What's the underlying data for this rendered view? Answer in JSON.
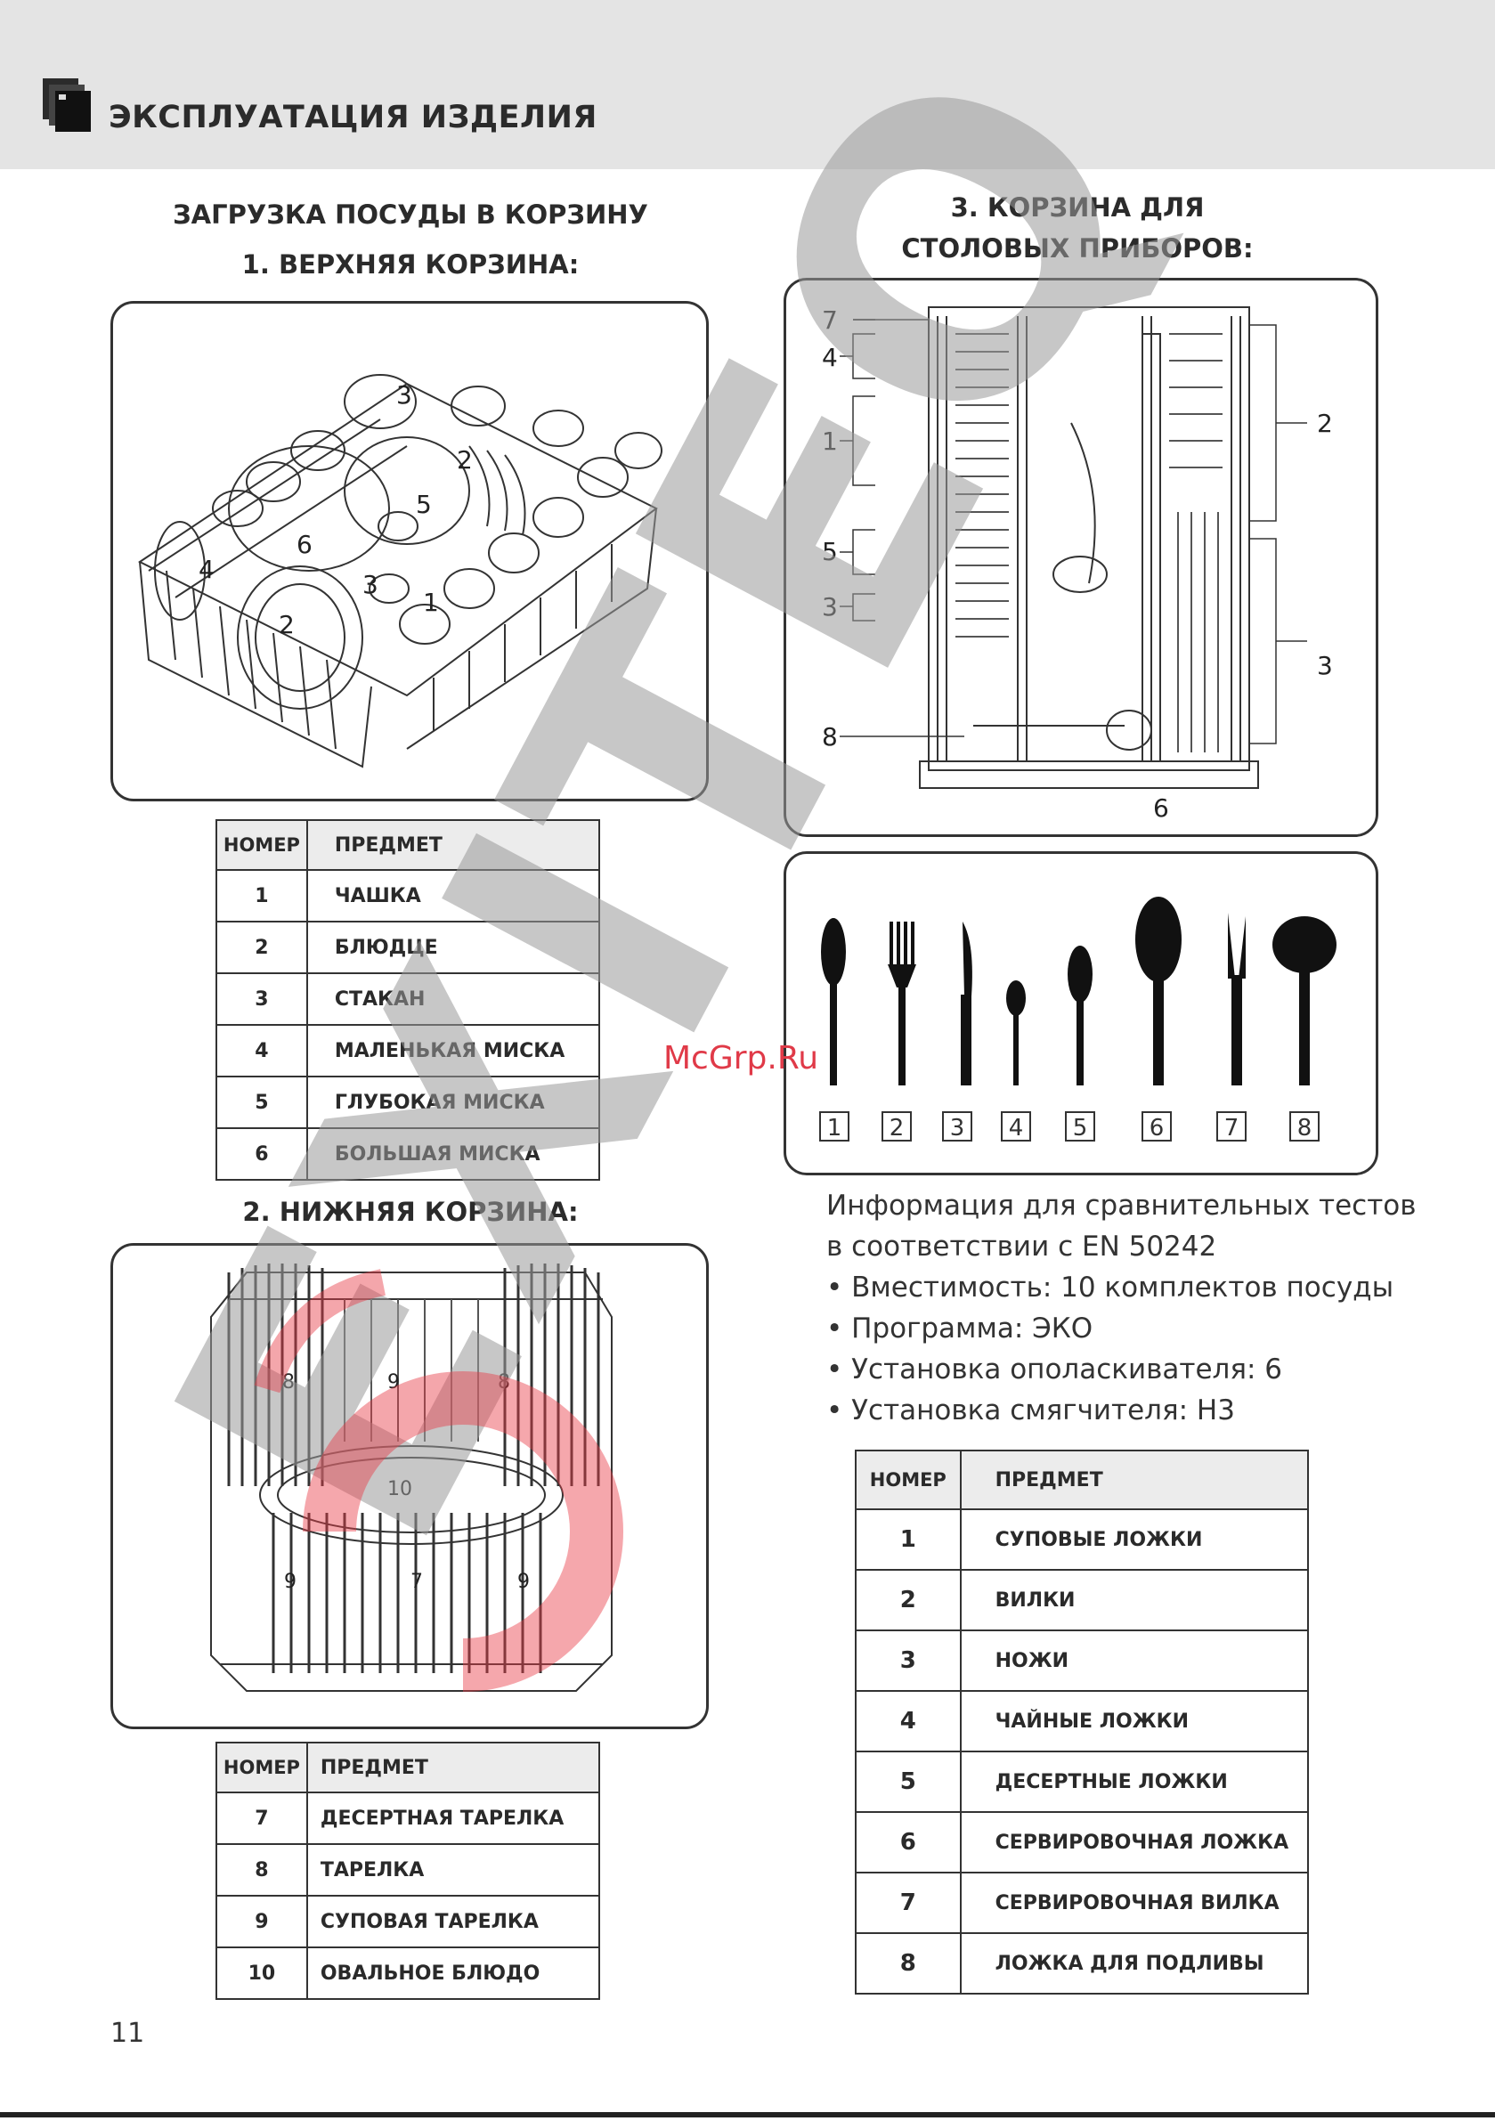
{
  "header": {
    "title": "ЭКСПЛУАТАЦИЯ ИЗДЕЛИЯ"
  },
  "loading": {
    "title": "ЗАГРУЗКА ПОСУДЫ В КОРЗИНУ",
    "upper_title": "1. ВЕРХНЯЯ КОРЗИНА:",
    "lower_title": "2. НИЖНЯЯ КОРЗИНА:"
  },
  "cutlery": {
    "title_line1": "3. КОРЗИНА ДЛЯ",
    "title_line2": "СТОЛОВЫХ ПРИБОРОВ:"
  },
  "upper_figure_labels": [
    "3",
    "2",
    "5",
    "6",
    "4",
    "3",
    "1",
    "2"
  ],
  "lower_figure_labels": [
    "8",
    "9",
    "8",
    "10",
    "9",
    "7",
    "9"
  ],
  "cutlery_figure_labels": {
    "left": [
      "7",
      "4",
      "1",
      "5",
      "3",
      "8"
    ],
    "right": [
      "2",
      "3"
    ],
    "bottom": "6"
  },
  "cutlery_icons": [
    "1",
    "2",
    "3",
    "4",
    "5",
    "6",
    "7",
    "8"
  ],
  "upper_table": {
    "col1": "НОМЕР",
    "col2": "ПРЕДМЕТ",
    "rows": [
      {
        "num": "1",
        "name": "ЧАШКА"
      },
      {
        "num": "2",
        "name": "БЛЮДЦЕ"
      },
      {
        "num": "3",
        "name": "СТАКАН"
      },
      {
        "num": "4",
        "name": "МАЛЕНЬКАЯ МИСКА"
      },
      {
        "num": "5",
        "name": "ГЛУБОКАЯ МИСКА"
      },
      {
        "num": "6",
        "name": "БОЛЬШАЯ МИСКА"
      }
    ]
  },
  "lower_table": {
    "col1": "НОМЕР",
    "col2": "ПРЕДМЕТ",
    "rows": [
      {
        "num": "7",
        "name": "ДЕСЕРТНАЯ ТАРЕЛКА"
      },
      {
        "num": "8",
        "name": "ТАРЕЛКА"
      },
      {
        "num": "9",
        "name": "СУПОВАЯ ТАРЕЛКА"
      },
      {
        "num": "10",
        "name": "ОВАЛЬНОЕ БЛЮДО"
      }
    ]
  },
  "info": {
    "line1": "Информация для сравнительных тестов",
    "line2": "в соответствии с EN 50242",
    "bullets": [
      "• Вместимость: 10 комплектов посуды",
      "• Программа: ЭКО",
      "• Установка ополаскивателя: 6",
      "• Установка смягчителя: Н3"
    ]
  },
  "cutlery_table": {
    "col1": "НОМЕР",
    "col2": "ПРЕДМЕТ",
    "rows": [
      {
        "num": "1",
        "name": "СУПОВЫЕ ЛОЖКИ"
      },
      {
        "num": "2",
        "name": "ВИЛКИ"
      },
      {
        "num": "3",
        "name": "НОЖИ"
      },
      {
        "num": "4",
        "name": "ЧАЙНЫЕ ЛОЖКИ"
      },
      {
        "num": "5",
        "name": "ДЕСЕРТНЫЕ ЛОЖКИ"
      },
      {
        "num": "6",
        "name": "СЕРВИРОВОЧНАЯ ЛОЖКА"
      },
      {
        "num": "7",
        "name": "СЕРВИРОВОЧНАЯ ВИЛКА"
      },
      {
        "num": "8",
        "name": "ЛОЖКА ДЛЯ ПОДЛИВЫ"
      }
    ]
  },
  "watermark": {
    "site": "McGrp.Ru",
    "brand": "EXITEQ"
  },
  "page_number": "11"
}
